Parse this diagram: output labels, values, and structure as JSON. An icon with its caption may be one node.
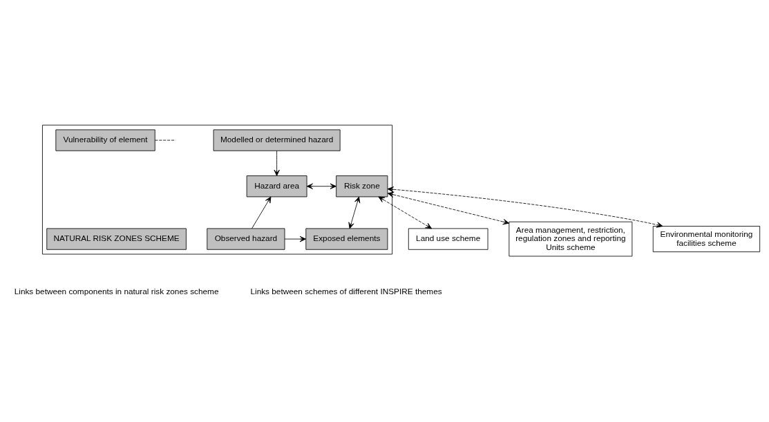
{
  "diagram": {
    "nodes": [
      {
        "text": [],
        "shape": "box"
      },
      {
        "text": [
          "Modelled or determined hazard"
        ],
        "in": 0
      },
      {
        "text": [
          "Hazard area"
        ],
        "in": 0
      },
      {
        "text": [
          "Risk zone"
        ],
        "in": 0
      },
      {
        "text": [
          "Vulnerability of element"
        ],
        "in": 0
      },
      {
        "text": [
          "Observed hazard"
        ],
        "in": 0
      },
      {
        "text": [
          "Exposed elements"
        ],
        "in": 0
      },
      {
        "text": [
          "NATURAL RISK ZONES SCHEME"
        ],
        "in": 0
      },
      {
        "text": [
          "Land use scheme"
        ]
      },
      {
        "text": [
          "Area management, restriction, regulation zones and reporting Units scheme"
        ]
      },
      {
        "text": [
          "Environmental monitoring facilities scheme"
        ]
      }
    ],
    "edges": [
      {
        "from": 1,
        "to": 2,
        "arrow": "to"
      },
      {
        "from": 2,
        "to": 3,
        "arrow": "both"
      },
      {
        "from": 5,
        "to": 2,
        "arrow": "to"
      },
      {
        "from": 5,
        "to": 6,
        "arrow": "to"
      },
      {
        "from": 3,
        "to": 6,
        "arrow": "both"
      },
      {
        "from": 4,
        "to": null,
        "arrow": "none",
        "style": "dashed"
      },
      {
        "from": 3,
        "to": 8,
        "arrow": "both",
        "style": "dashed"
      },
      {
        "from": 3,
        "to": 9,
        "arrow": "both",
        "style": "dashed"
      },
      {
        "from": 3,
        "to": 10,
        "arrow": "both",
        "style": "dashed"
      }
    ],
    "legend": [
      {
        "text": "Links between components in natural risk zones scheme"
      },
      {
        "text": "Links between schemes of different INSPIRE themes"
      }
    ]
  }
}
